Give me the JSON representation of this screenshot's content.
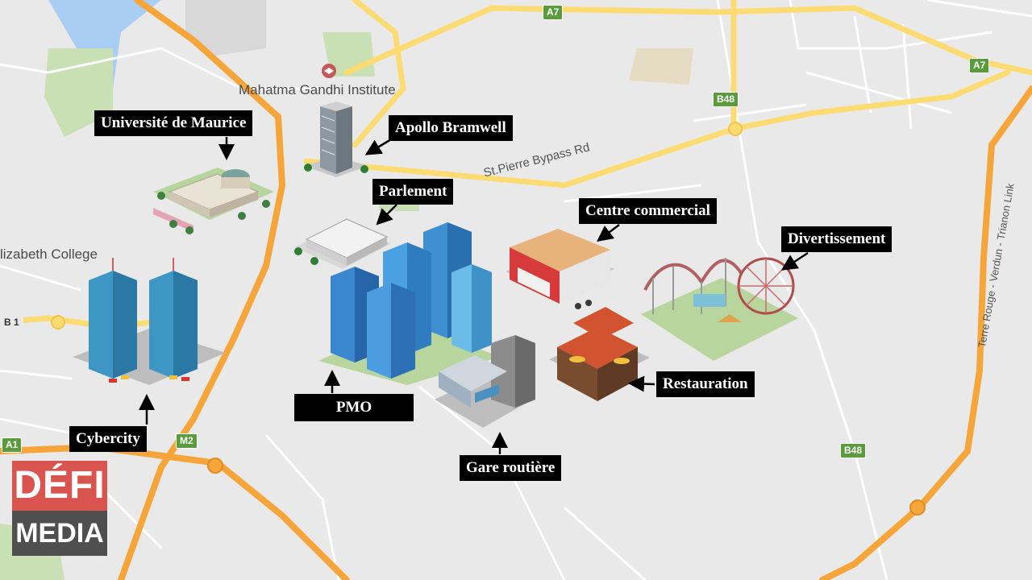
{
  "map": {
    "places": {
      "mgi": "Mahatma Gandhi Institute",
      "elizabeth": "lizabeth College"
    },
    "streets": {
      "bypass": "St.Pierre Bypass Rd",
      "terre_rouge": "Terre Rouge - Verdun - Trianon Link"
    },
    "shields": {
      "a7_top": "A7",
      "a7_right": "A7",
      "b48_top": "B48",
      "b48_bottom": "B48",
      "b1": "B 1",
      "a1": "A1",
      "m2": "M2"
    }
  },
  "labels": {
    "universite": "Université de Maurice",
    "apollo": "Apollo Bramwell",
    "parlement": "Parlement",
    "centre": "Centre commercial",
    "divertissement": "Divertissement",
    "restauration": "Restauration",
    "pmo": "PMO",
    "gare": "Gare routière",
    "cybercity": "Cybercity"
  },
  "logo": {
    "top": "DÉFI",
    "bottom": "MEDIA"
  },
  "colors": {
    "highway": "#f6a53a",
    "major_road": "#fcdc72",
    "water": "#a9cdf3",
    "park": "#c8e0b4",
    "label_bg": "#000000",
    "logo_red": "#d9534f",
    "logo_gray": "#4f4f4f"
  }
}
